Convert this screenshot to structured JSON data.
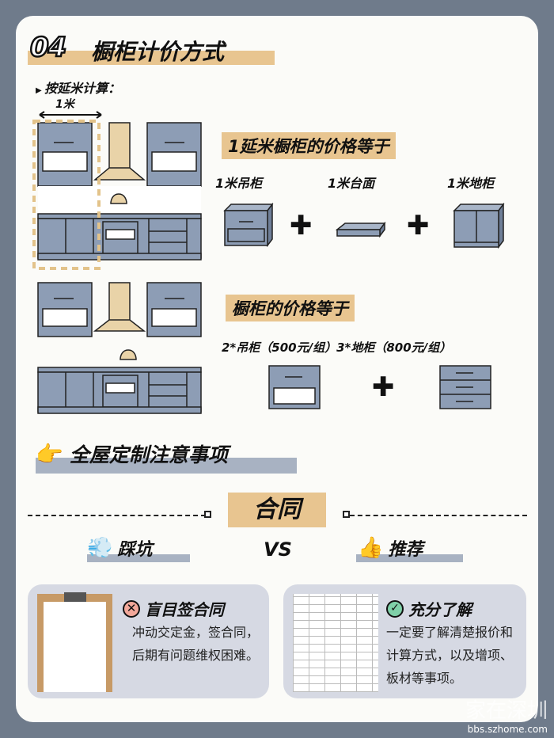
{
  "header": {
    "number": "04",
    "title": "橱柜计价方式"
  },
  "method": {
    "label": "按延米计算：",
    "width_label": "1米"
  },
  "section1": {
    "heading": "1延米橱柜的价格等于",
    "items": [
      "1米吊柜",
      "1米台面",
      "1米地柜"
    ]
  },
  "section2": {
    "heading": "橱柜的价格等于",
    "formula": "2*吊柜（500元/组）3*地柜（800元/组）"
  },
  "notes": {
    "title": "全屋定制注意事项",
    "topic": "合同",
    "pit": "踩坑",
    "vs": "VS",
    "recommend": "推荐"
  },
  "cards": [
    {
      "title": "盲目签合同",
      "body": "冲动交定金，签合同，后期有问题维权困难。"
    },
    {
      "title": "充分了解",
      "body": "一定要了解清楚报价和计算方式，以及增项、板材等事项。"
    }
  ],
  "watermark": {
    "logo": "家在深圳",
    "url": "bbs.szhome.com"
  },
  "colors": {
    "accent": "#e8c590",
    "cabinet": "#8d9db5",
    "card": "#d6d9e3"
  }
}
